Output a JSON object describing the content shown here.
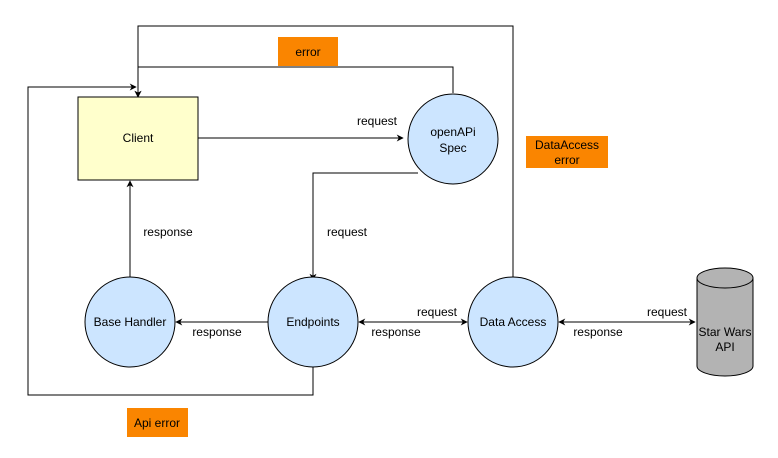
{
  "colors": {
    "node_fill": "#cce5ff",
    "node_stroke": "#000000",
    "client_fill": "#ffffcc",
    "db_fill": "#b3b3b3",
    "badge_fill": "#fa8500",
    "edge": "#000000"
  },
  "nodes": {
    "client": "Client",
    "openapi_line1": "openAPi",
    "openapi_line2": "Spec",
    "base_handler": "Base Handler",
    "endpoints": "Endpoints",
    "data_access": "Data Access",
    "star_wars_line1": "Star Wars",
    "star_wars_line2": "API"
  },
  "badges": {
    "error": "error",
    "dataaccess_error_line1": "DataAccess",
    "dataaccess_error_line2": "error",
    "api_error": "Api error"
  },
  "edge_labels": {
    "client_to_spec": "request",
    "spec_to_endpoints": "request",
    "handler_to_client": "response",
    "endpoints_to_handler": "response",
    "endpoints_to_dataaccess_request": "request",
    "dataaccess_to_endpoints_response": "response",
    "dataaccess_to_swapi_request": "request",
    "swapi_to_dataaccess_response": "response"
  }
}
